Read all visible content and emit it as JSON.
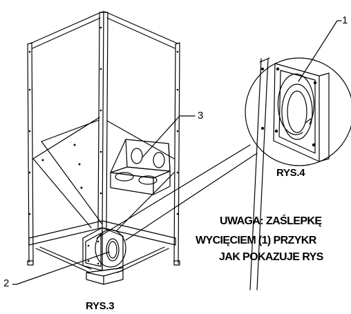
{
  "callouts": {
    "c1": "1",
    "c2": "2",
    "c3": "3"
  },
  "figures": {
    "rys3": "RYS.3",
    "rys4": "RYS.4"
  },
  "note": {
    "line1": "UWAGA: ZAŚLEPKĘ",
    "line2": "WYCIĘCIEM (1) PRZYKR",
    "line3": "JAK POKAZUJE RYS"
  }
}
